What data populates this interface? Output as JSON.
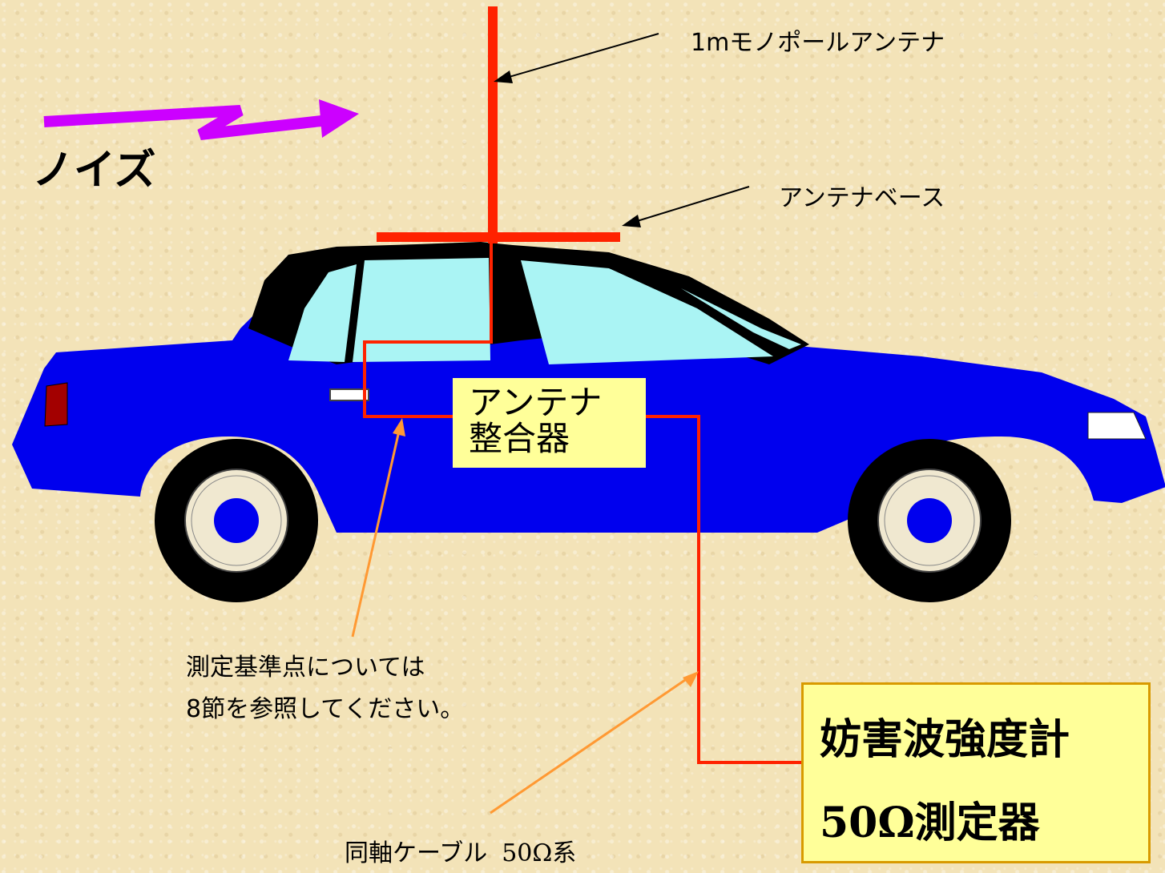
{
  "labels": {
    "antenna": "1mモノポールアンテナ",
    "antenna_base": "アンテナベース",
    "noise": "ノイズ",
    "tuner_line1": "アンテナ",
    "tuner_line2": "整合器",
    "reference_note": "測定基準点については\n8節を参照してください。",
    "meter_line1": "妨害波強度計",
    "meter_line2_number": "50Ω",
    "meter_line2_text": "測定器",
    "cable_text": "同軸ケーブル",
    "cable_spec": "50Ω系"
  },
  "colors": {
    "background": "#f3e3b8",
    "car_body": "#0000ee",
    "window": "#aaf4f4",
    "antenna": "#ff2200",
    "noise_arrow": "#cc00ff",
    "callout_orange": "#ff9933",
    "box_fill": "#ffff99",
    "box_border": "#d89a00"
  }
}
